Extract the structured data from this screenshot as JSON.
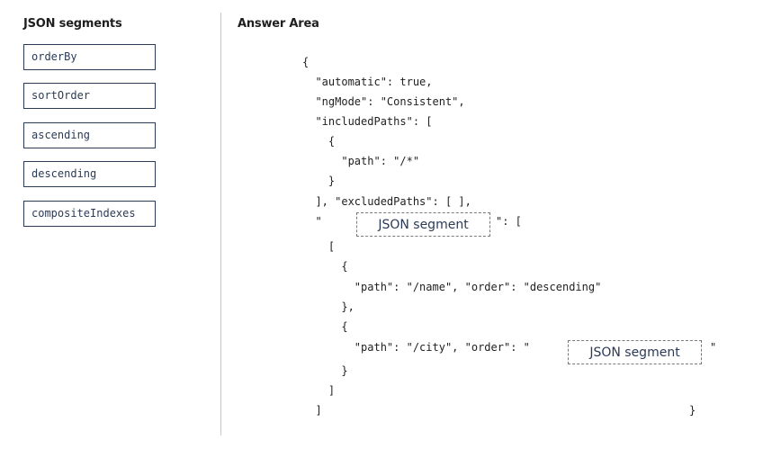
{
  "segments_panel": {
    "heading": "JSON segments",
    "items": [
      "orderBy",
      "sortOrder",
      "ascending",
      "descending",
      "compositeIndexes"
    ]
  },
  "answer_area": {
    "heading": "Answer Area",
    "code_lines": [
      "{",
      "  \"automatic\": true,",
      "  \"ngMode\": \"Consistent\",",
      "  \"includedPaths\": [",
      "    {",
      "      \"path\": \"/*\"",
      "    }",
      "  ], \"excludedPaths\": [ ],",
      "  \"",
      "\": [",
      "    [",
      "      {",
      "        \"path\": \"/name\", \"order\": \"descending\"",
      "      },",
      "      {",
      "        \"path\": \"/city\", \"order\": \"",
      "\"",
      "      }",
      "    ]",
      "  ]",
      "}"
    ],
    "drop_targets": [
      "JSON segment",
      "JSON segment"
    ]
  }
}
